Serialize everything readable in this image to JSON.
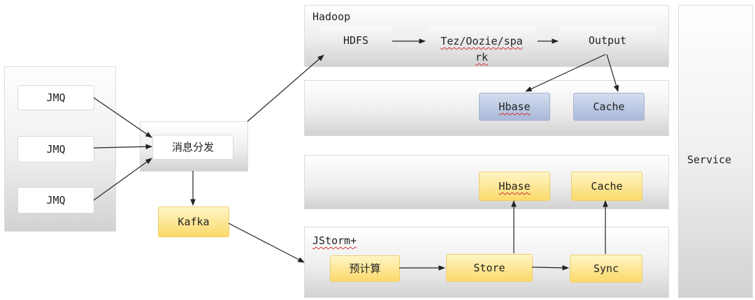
{
  "sources": [
    "JMQ",
    "JMQ",
    "JMQ"
  ],
  "dispatcher": "消息分发",
  "kafka": "Kafka",
  "hadoop": {
    "label": "Hadoop",
    "hdfs": "HDFS",
    "processing": "Tez/Oozie/spa\nrk",
    "output": "Output"
  },
  "batch_store": {
    "hbase": "Hbase",
    "cache": "Cache"
  },
  "realtime_store": {
    "hbase": "Hbase",
    "cache": "Cache"
  },
  "jstorm": {
    "label": "JStorm+",
    "precompute": "预计算",
    "store": "Store",
    "sync": "Sync"
  },
  "service": "Service",
  "colors": {
    "blue_box": "#b7c5e2",
    "yellow_box": "#fbe38e",
    "panel": "#e6e6e6",
    "arrow": "#222222"
  }
}
